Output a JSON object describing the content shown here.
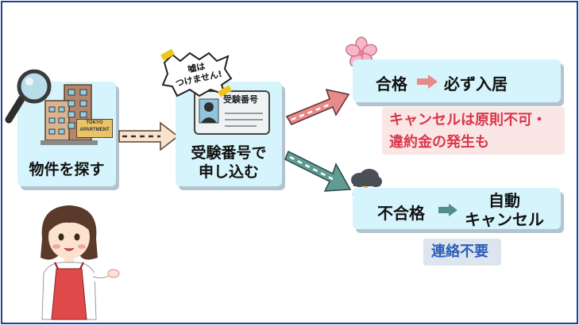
{
  "steps": {
    "search": {
      "label": "物件を探す",
      "sign_text_1": "TOKYO",
      "sign_text_2": "APARTMENT"
    },
    "apply": {
      "label_line1": "受験番号で",
      "label_line2": "申し込む",
      "card_title": "受験番号",
      "bubble_line1": "嘘は",
      "bubble_line2": "つけません!"
    }
  },
  "outcomes": {
    "pass": {
      "label": "合格",
      "result": "必ず入居",
      "note_line1": "キャンセルは原則不可・",
      "note_line2": "違約金の発生も"
    },
    "fail": {
      "label": "不合格",
      "result_line1": "自動",
      "result_line2": "キャンセル",
      "note": "連絡不要"
    }
  },
  "colors": {
    "box_fill": "#d6f4fb",
    "box_shadow": "#b3c3cf",
    "pass_arrow": "#e98a8a",
    "fail_arrow": "#5f9c92",
    "pass_note_bg": "#fbe6e6",
    "pass_note_text": "#d8364a",
    "fail_note_bg": "#dde5ee",
    "fail_note_text": "#2b5db8",
    "border": "#1f3f9a"
  }
}
